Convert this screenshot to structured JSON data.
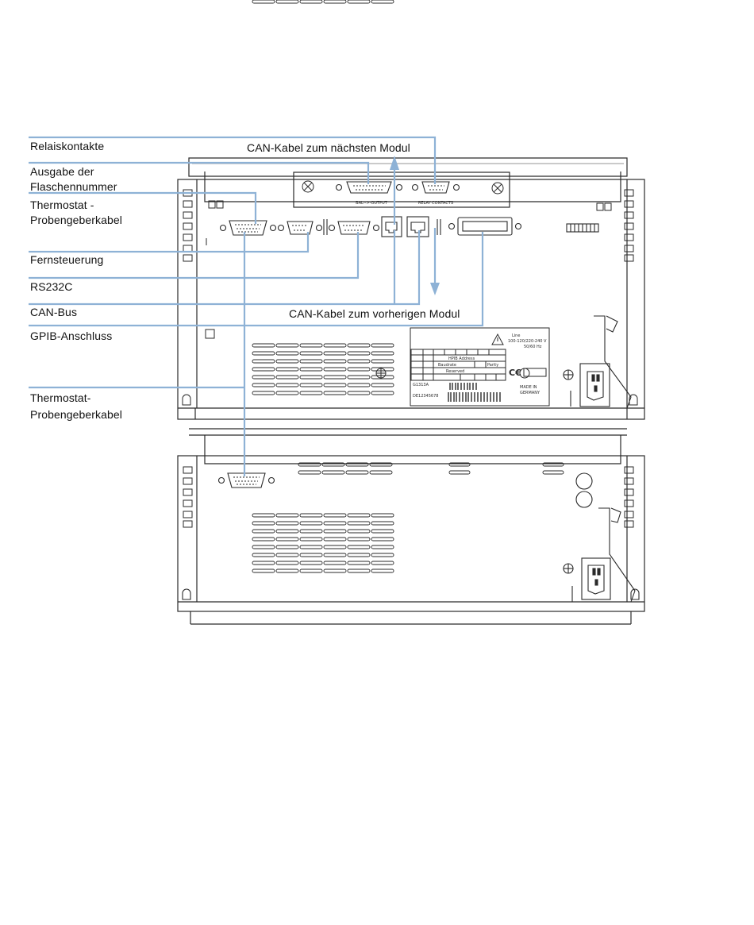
{
  "callouts": {
    "relais": "Relaiskontakte",
    "ausgabe_line1": "Ausgabe der",
    "ausgabe_line2": "Flaschennummer",
    "thermostat_top_line1": "Thermostat -",
    "thermostat_top_line2": "Probengeberkabel",
    "fernsteuerung": "Fernsteuerung",
    "rs232c": "RS232C",
    "can_bus": "CAN-Bus",
    "gpib": "GPIB-Anschluss",
    "thermostat_bottom_line1": "Thermostat-",
    "thermostat_bottom_line2": "Probengeberkabel",
    "can_next": "CAN-Kabel zum nächsten Modul",
    "can_prev": "CAN-Kabel zum vorherigen Modul"
  },
  "device_print": {
    "bcd_output": "BAL-->-OUTPUT",
    "relay_contacts": "RELAY CONTACTS",
    "made_in_1": "MADE IN",
    "made_in_2": "GERMANY",
    "gpib_address": "HPIB Address",
    "baudrate": "Baudrate",
    "reserved": "Reserved",
    "parity": "Parity",
    "line": "Line",
    "voltage": "100-120/220-240 V",
    "frequency": "50/60 Hz",
    "model_no": "G1313A",
    "serial_no": "DE12345678"
  },
  "colors": {
    "leader": "#8eb2d6",
    "outline": "#2a2a2a",
    "label_text": "#111111"
  },
  "icons": [
    "power-inlet-icon",
    "ground-symbol-icon",
    "ce-mark-icon",
    "warning-icon"
  ]
}
